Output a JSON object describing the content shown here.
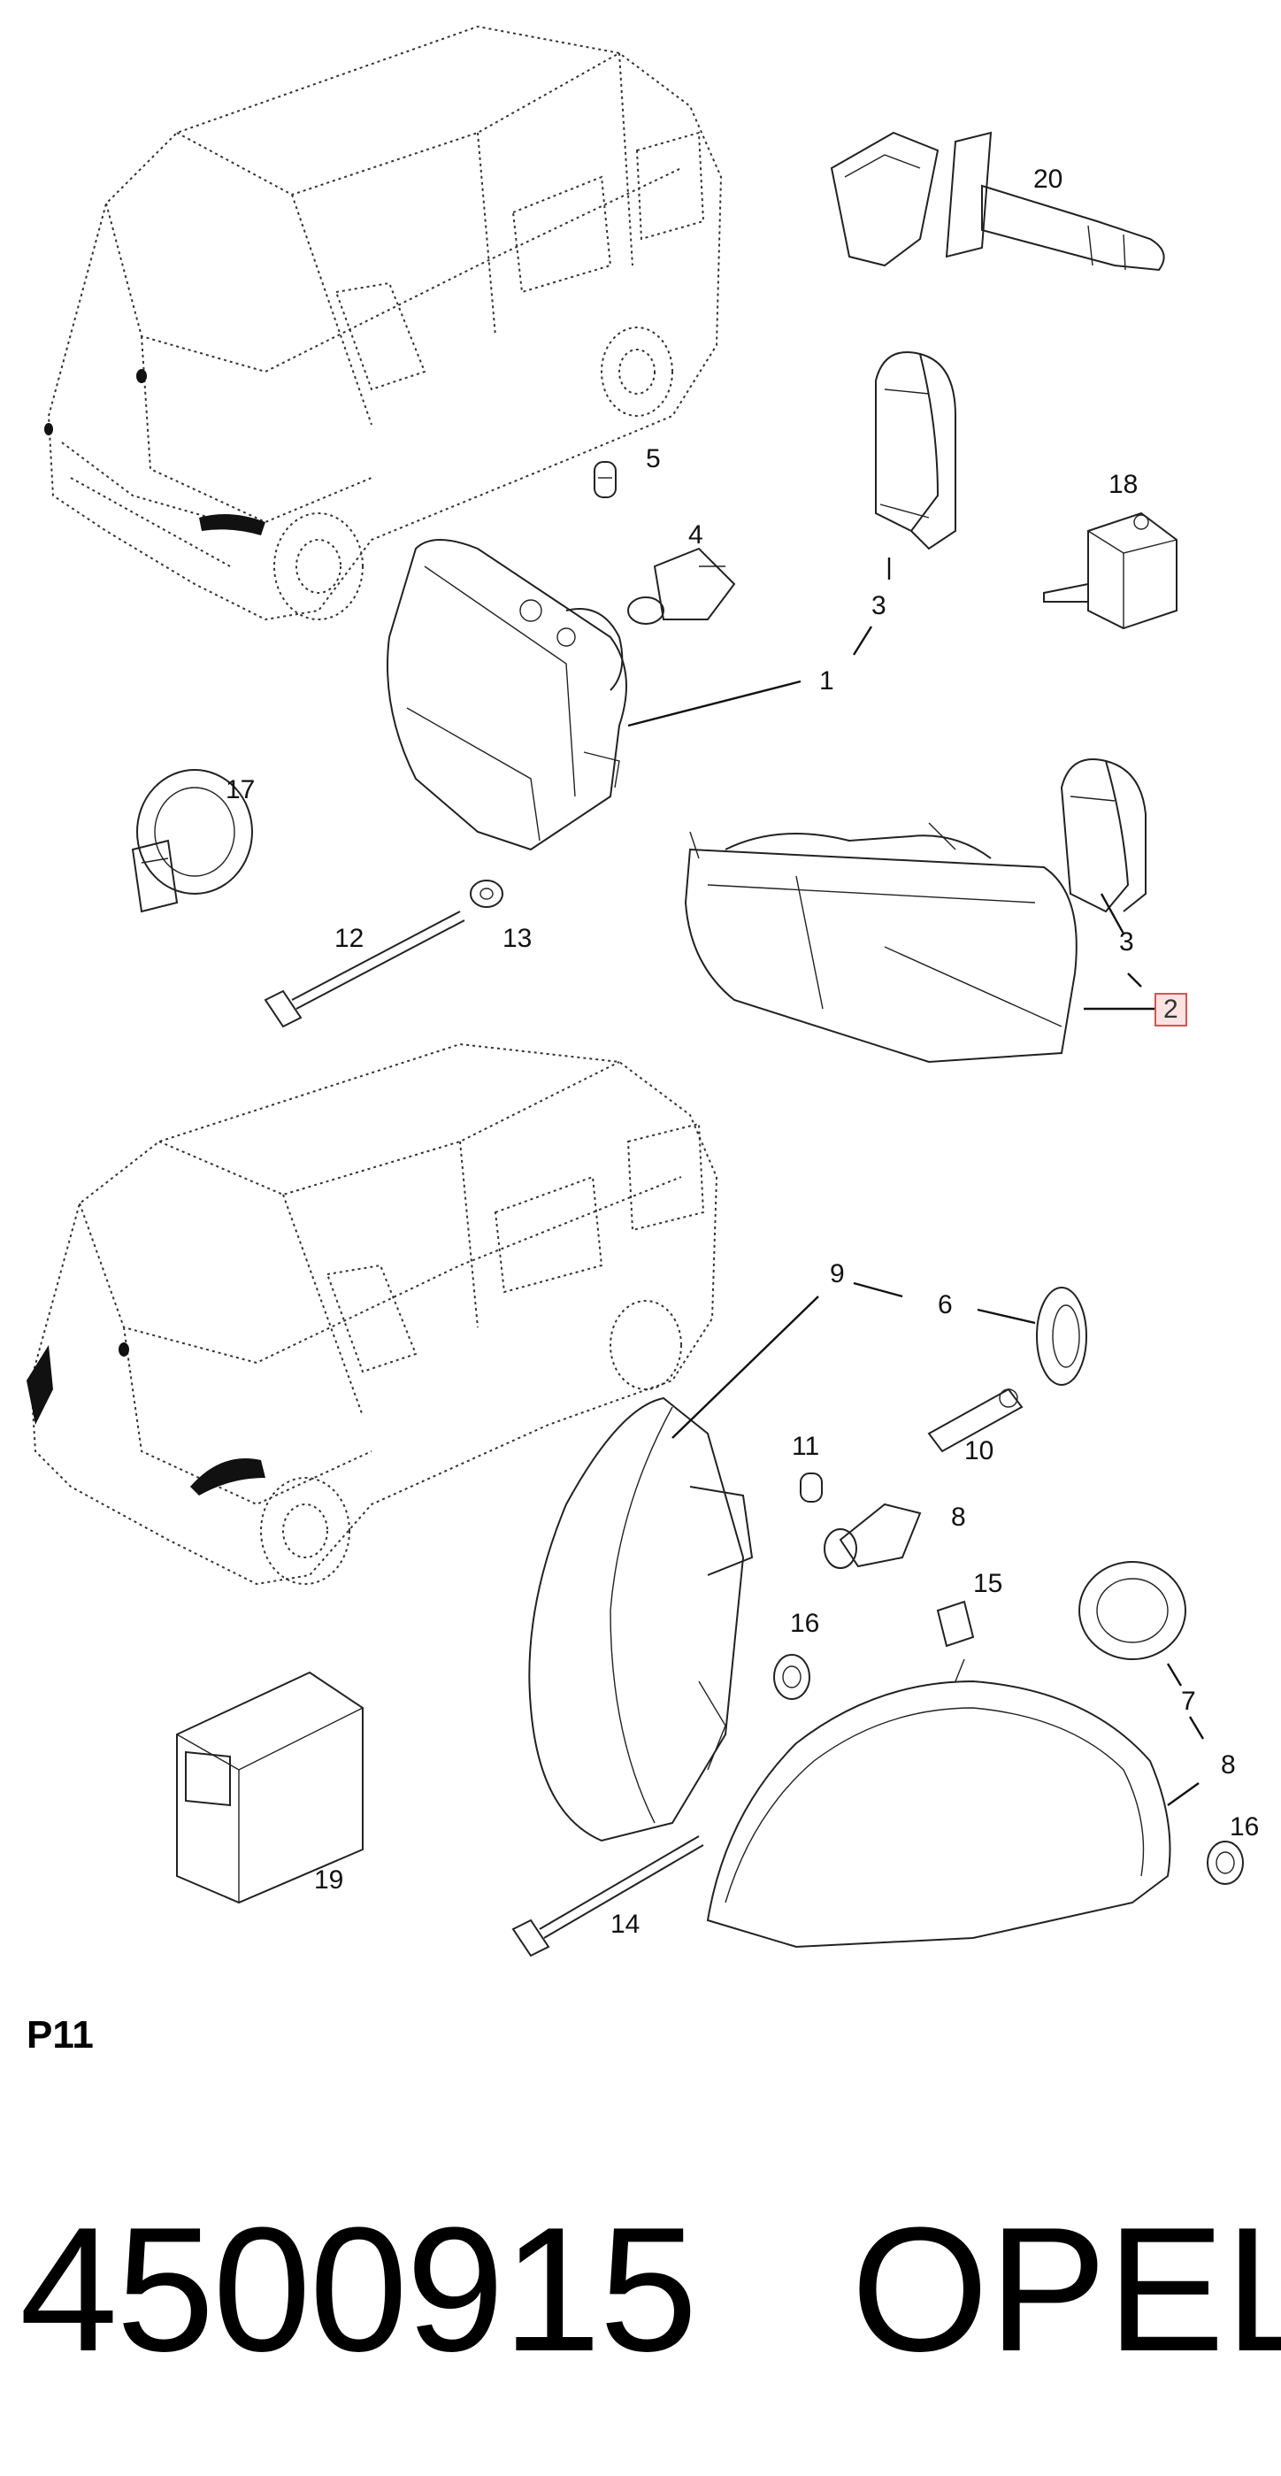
{
  "diagram": {
    "callouts": [
      {
        "id": "c1",
        "label": "1"
      },
      {
        "id": "c2",
        "label": "2"
      },
      {
        "id": "c3a",
        "label": "3"
      },
      {
        "id": "c3b",
        "label": "3"
      },
      {
        "id": "c4",
        "label": "4"
      },
      {
        "id": "c5",
        "label": "5"
      },
      {
        "id": "c6",
        "label": "6"
      },
      {
        "id": "c7",
        "label": "7"
      },
      {
        "id": "c8a",
        "label": "8"
      },
      {
        "id": "c8b",
        "label": "8"
      },
      {
        "id": "c9",
        "label": "9"
      },
      {
        "id": "c10",
        "label": "10"
      },
      {
        "id": "c11",
        "label": "11"
      },
      {
        "id": "c12",
        "label": "12"
      },
      {
        "id": "c13",
        "label": "13"
      },
      {
        "id": "c14",
        "label": "14"
      },
      {
        "id": "c15",
        "label": "15"
      },
      {
        "id": "c16a",
        "label": "16"
      },
      {
        "id": "c16b",
        "label": "16"
      },
      {
        "id": "c17",
        "label": "17"
      },
      {
        "id": "c18",
        "label": "18"
      },
      {
        "id": "c19",
        "label": "19"
      },
      {
        "id": "c20",
        "label": "20"
      }
    ],
    "highlight_color": "#d9534f"
  },
  "page_code": "P11",
  "part_number": "4500915",
  "brand": "OPEL"
}
